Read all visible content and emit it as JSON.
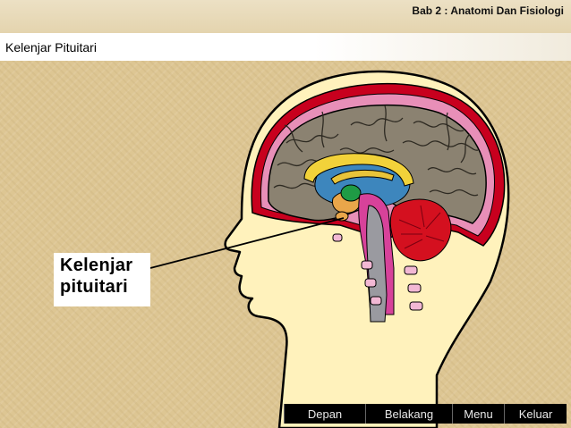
{
  "header": {
    "chapter": "Bab 2 : Anatomi Dan Fisiologi"
  },
  "slide": {
    "title": "Kelenjar Pituitari"
  },
  "label": {
    "text": "Kelenjar\npituitari"
  },
  "nav": [
    {
      "label": "Depan"
    },
    {
      "label": "Belakang"
    },
    {
      "label": "Menu"
    },
    {
      "label": "Keluar"
    }
  ],
  "colors": {
    "background": "#ddc693",
    "skin": "#fff2bc",
    "brain": "#8b8271",
    "skull": "#c8001e",
    "nav_background": "#000000"
  },
  "icons": [
    "head-brain-illustration"
  ]
}
